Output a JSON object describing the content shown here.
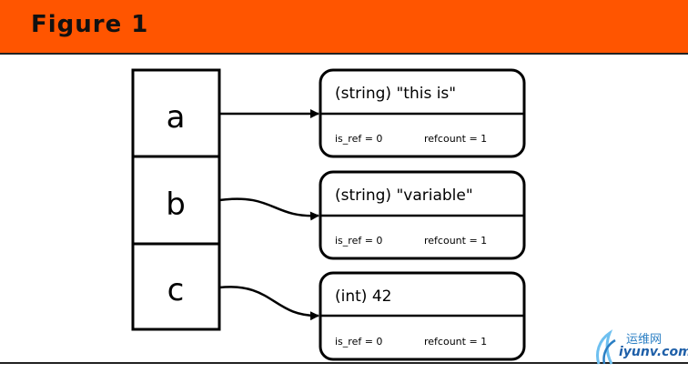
{
  "figure": {
    "title": "Figure 1",
    "header_color": "#ff5500"
  },
  "variables": [
    {
      "name": "a"
    },
    {
      "name": "b"
    },
    {
      "name": "c"
    }
  ],
  "zvals": [
    {
      "title": "(string) \"this is\"",
      "is_ref": "is_ref = 0",
      "refcount": "refcount = 1"
    },
    {
      "title": "(string) \"variable\"",
      "is_ref": "is_ref = 0",
      "refcount": "refcount = 1"
    },
    {
      "title": "(int) 42",
      "is_ref": "is_ref = 0",
      "refcount": "refcount = 1"
    }
  ],
  "watermark": {
    "cn": "运维网",
    "en": "iyunv.com"
  }
}
